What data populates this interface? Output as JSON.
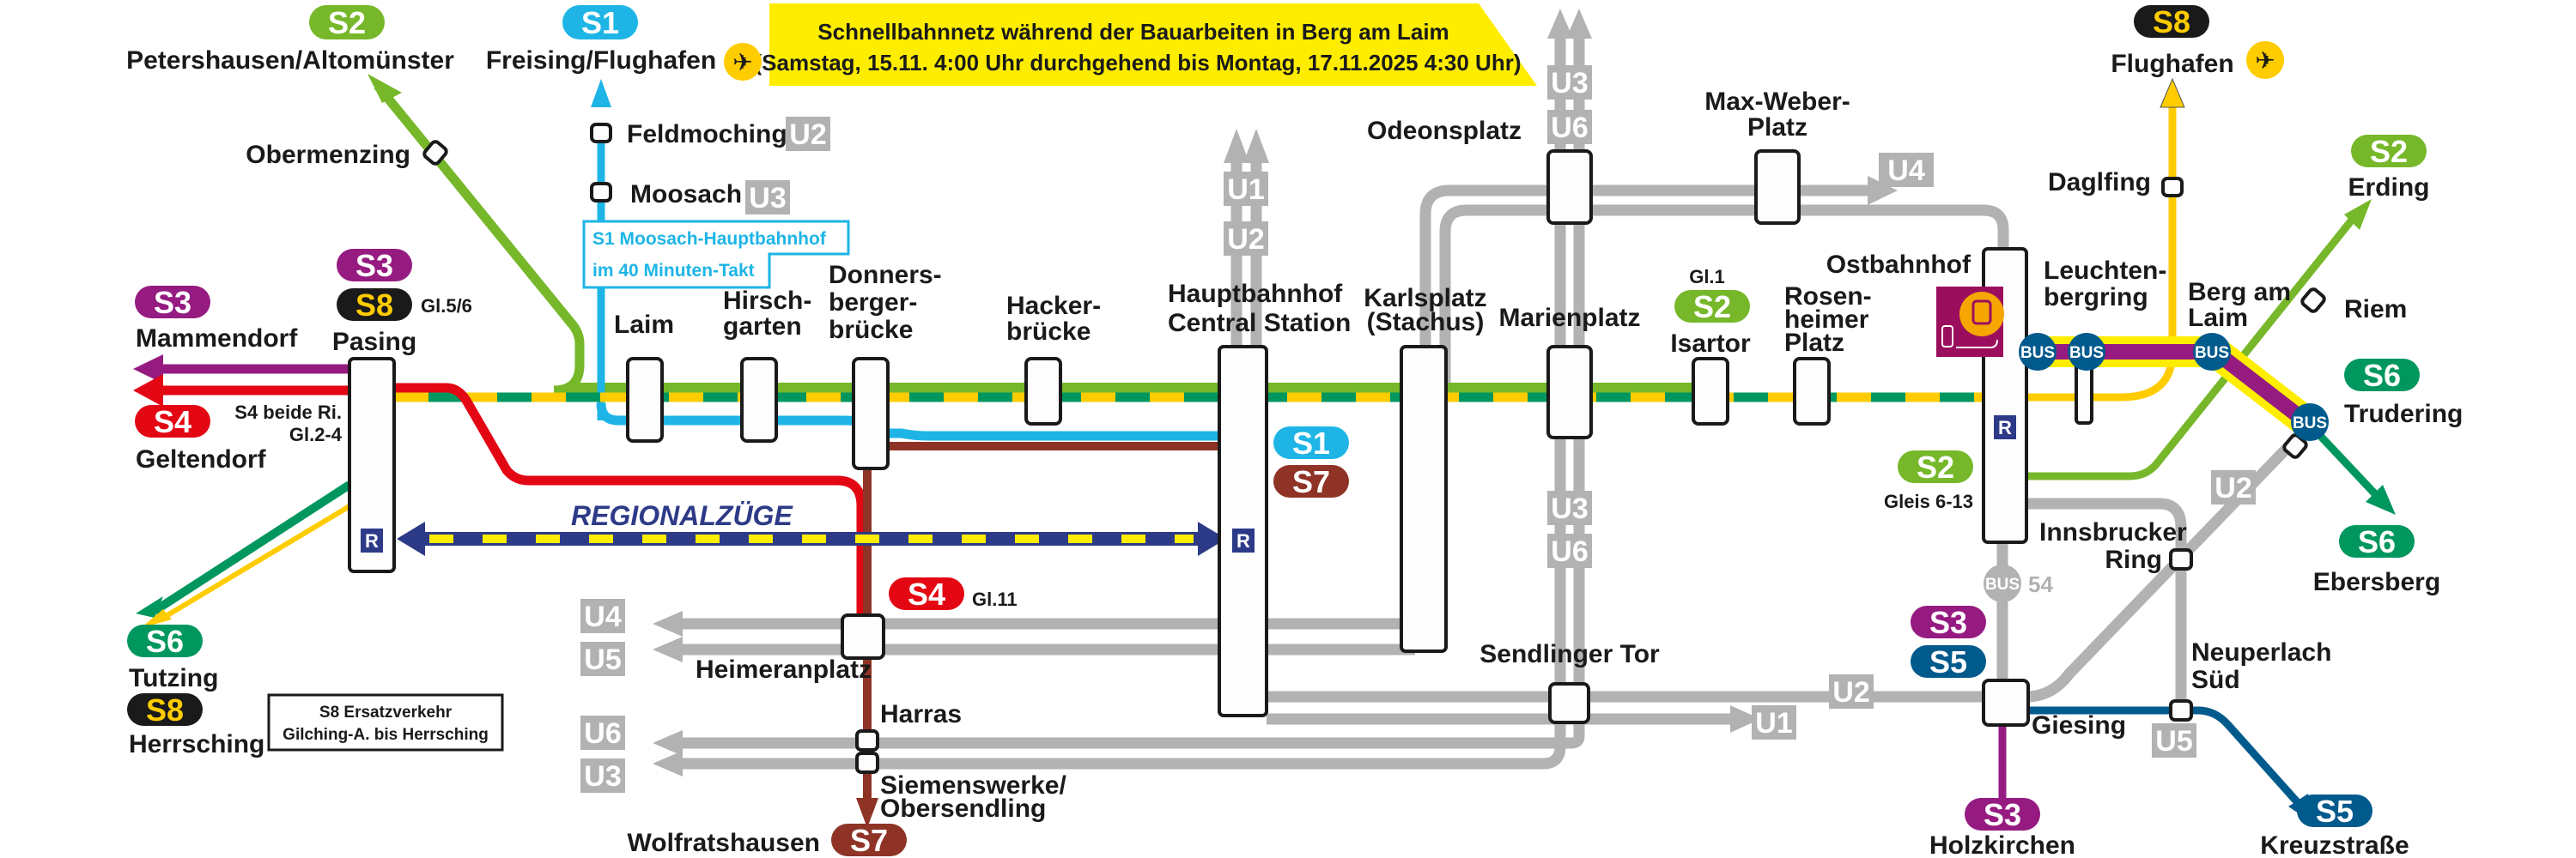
{
  "title": "Schnellbahnnetz während der Bauarbeiten in Berg am Laim",
  "banner": {
    "line1": "Schnellbahnnetz während der Bauarbeiten in Berg am Laim",
    "line2": "(Samstag, 15.11. 4:00 Uhr durchgehend bis Montag, 17.11.2025 4:30 Uhr)"
  },
  "colors": {
    "S1": "#1eb5e6",
    "S2": "#76b82a",
    "S3": "#951b81",
    "S4": "#e30613",
    "S5": "#005a8c",
    "S6": "#00975f",
    "S7": "#8f3326",
    "S8": "#ffcc00",
    "S8_bg": "#1a1a1a",
    "ubahn": "#b2b2b2",
    "regional": "#2d3a87",
    "regional_dash": "#ffed00",
    "banner": "#ffed00",
    "bus": "#005a8c"
  },
  "destinations": {
    "s2_north": {
      "line": "S2",
      "name": "Petershausen/Altomünster"
    },
    "s1_north": {
      "line": "S1",
      "name": "Freising/Flughafen"
    },
    "s8_airport": {
      "line": "S8",
      "name": "Flughafen"
    },
    "s2_east": {
      "line": "S2",
      "name": "Erding"
    },
    "s6_trudering": {
      "line": "S6",
      "name": "Trudering"
    },
    "s6_east": {
      "line": "S6",
      "name": "Ebersberg"
    },
    "s3_west": {
      "line": "S3",
      "name": "Mammendorf"
    },
    "s4_west": {
      "line": "S4",
      "name": "Geltendorf"
    },
    "s6_west": {
      "line": "S6",
      "name": "Tutzing"
    },
    "s8_west": {
      "line": "S8",
      "name": "Herrsching"
    },
    "s7_south": {
      "line": "S7",
      "name": "Wolfratshausen"
    },
    "s3_south": {
      "line": "S3",
      "name": "Holzkirchen"
    },
    "s5_south": {
      "line": "S5",
      "name": "Kreuzstraße"
    }
  },
  "stations": {
    "obermenzing": "Obermenzing",
    "feldmoching": "Feldmoching",
    "moosach": "Moosach",
    "pasing": "Pasing",
    "laim": "Laim",
    "hirschgarten_1": "Hirsch-",
    "hirschgarten_2": "garten",
    "donnersberger_1": "Donners-",
    "donnersberger_2": "berger-",
    "donnersberger_3": "brücke",
    "hacker_1": "Hacker-",
    "hacker_2": "brücke",
    "hbf_1": "Hauptbahnhof",
    "hbf_2": "Central Station",
    "karlsplatz_1": "Karlsplatz",
    "karlsplatz_2": "(Stachus)",
    "odeonsplatz": "Odeonsplatz",
    "marienplatz": "Marienplatz",
    "maxweber_1": "Max-Weber-",
    "maxweber_2": "Platz",
    "isartor": "Isartor",
    "rosenheimer_1": "Rosen-",
    "rosenheimer_2": "heimer",
    "rosenheimer_3": "Platz",
    "ostbahnhof": "Ostbahnhof",
    "leuchtenbergring_1": "Leuchten-",
    "leuchtenbergring_2": "bergring",
    "daglfing": "Daglfing",
    "bergamlaim_1": "Berg am",
    "bergamlaim_2": "Laim",
    "riem": "Riem",
    "heimeranplatz": "Heimeranplatz",
    "harras": "Harras",
    "siemenswerke_1": "Siemenswerke/",
    "siemenswerke_2": "Obersendling",
    "sendlinger_tor": "Sendlinger Tor",
    "innsbrucker_1": "Innsbrucker",
    "innsbrucker_2": "Ring",
    "giesing": "Giesing",
    "neuperlach_1": "Neuperlach",
    "neuperlach_2": "Süd"
  },
  "notes": {
    "pasing_gl": "Gl.5/6",
    "s4_both_1": "S4 beide Ri.",
    "s4_both_2": "Gl.2-4",
    "s1_note_1": "S1 Moosach-Hauptbahnhof",
    "s1_note_2": "im 40 Minuten-Takt",
    "regional": "REGIONALZÜGE",
    "s4_gl11": "Gl.11",
    "isartor_gl": "Gl.1",
    "ost_gleis": "Gleis 6-13",
    "s8_ersatz_1": "S8 Ersatzverkehr",
    "s8_ersatz_2": "Gilching-A. bis Herrsching",
    "bus54": "54",
    "bus": "BUS",
    "r": "R"
  },
  "line_badges": {
    "S1": "S1",
    "S2": "S2",
    "S3": "S3",
    "S4": "S4",
    "S5": "S5",
    "S6": "S6",
    "S7": "S7",
    "S8": "S8"
  },
  "ubahn": {
    "U1": "U1",
    "U2": "U2",
    "U3": "U3",
    "U4": "U4",
    "U5": "U5",
    "U6": "U6"
  },
  "icons": {
    "airport": "airplane-icon",
    "bus": "bus-icon",
    "regional_r": "regional-train-icon",
    "rail_replacement": "rail-replacement-bus-icon"
  }
}
